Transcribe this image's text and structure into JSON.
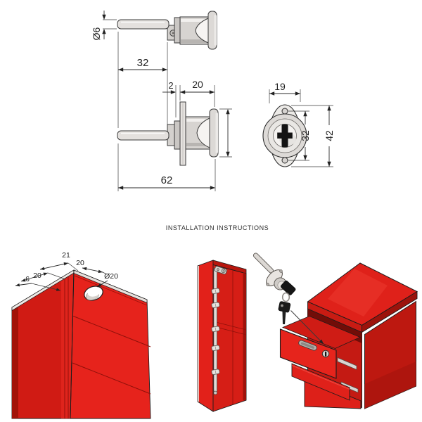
{
  "heading": {
    "text": "INSTALLATION INSTRUCTIONS"
  },
  "technical_drawing": {
    "shaft_diameter": "Ø6",
    "shaft_length": "32",
    "mount_gap": "2",
    "body_depth": "20",
    "overall_length": "62",
    "plate_width": "19",
    "screw_hole_spacing": "32",
    "plate_height": "42"
  },
  "corner_diagram": {
    "offset_21": "21",
    "offset_20_top": "20",
    "offset_20_side": "20",
    "edge_6": "6",
    "hole_diameter": "Ø20"
  },
  "colors": {
    "red_bright": "#e6231c",
    "red_mid": "#d51d16",
    "red_dark": "#bd1810",
    "red_deep": "#8c0f09",
    "metal_light": "#ececea",
    "metal_mid": "#d8d4d0",
    "key_black": "#161616",
    "line": "#1c1c1c",
    "background": "#ffffff"
  }
}
